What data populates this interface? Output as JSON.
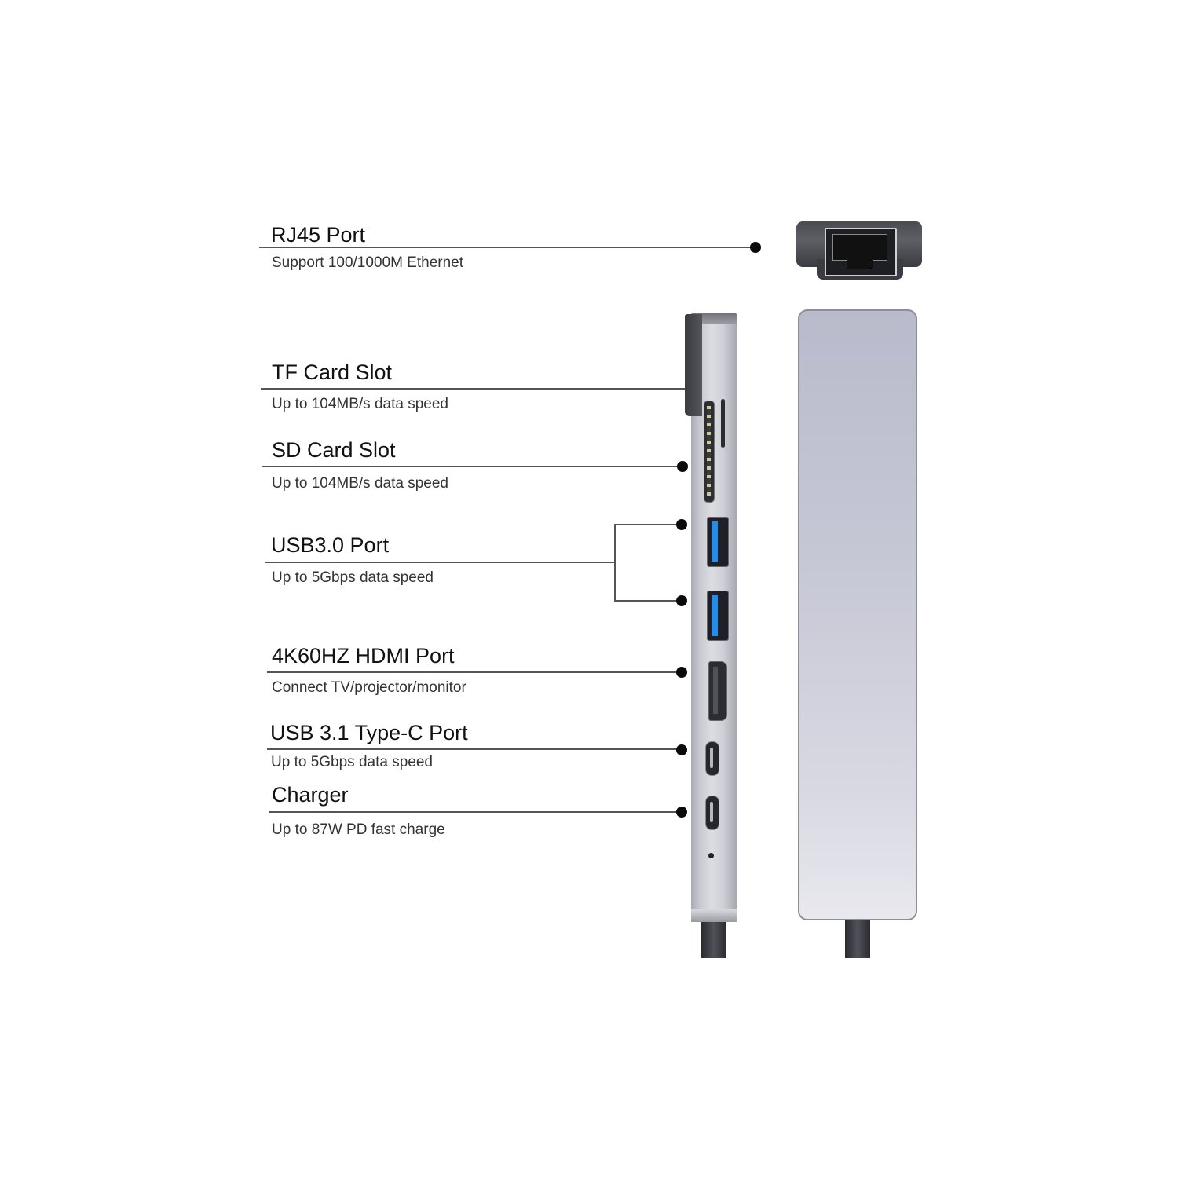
{
  "labels": [
    {
      "id": "rj45",
      "title": "RJ45 Port",
      "subtitle": "Support 100/1000M Ethernet"
    },
    {
      "id": "tf",
      "title": "TF Card Slot",
      "subtitle": "Up to 104MB/s data speed"
    },
    {
      "id": "sd",
      "title": "SD Card Slot",
      "subtitle": "Up to 104MB/s data speed"
    },
    {
      "id": "usb3",
      "title": "USB3.0 Port",
      "subtitle": "Up to 5Gbps data speed"
    },
    {
      "id": "hdmi",
      "title": "4K60HZ HDMI Port",
      "subtitle": "Connect TV/projector/monitor"
    },
    {
      "id": "usbc",
      "title": "USB 3.1 Type-C Port",
      "subtitle": "Up to 5Gbps data speed"
    },
    {
      "id": "charger",
      "title": "Charger",
      "subtitle": "Up to 87W PD fast charge"
    }
  ],
  "colors": {
    "usb_blue": "#2a8be0",
    "device_silver": "#c9cad1",
    "leader_line": "#555555",
    "dot": "#0a0a0a"
  }
}
